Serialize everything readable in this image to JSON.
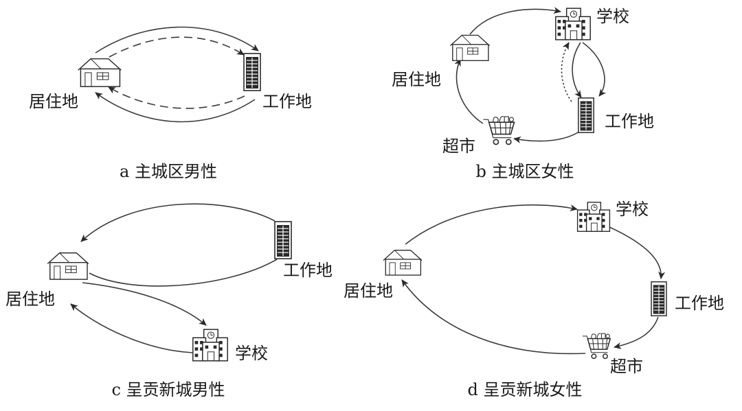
{
  "labels": {
    "residence": "居住地",
    "work": "工作地",
    "school": "学校",
    "supermarket": "超市"
  },
  "captions": {
    "a": "a 主城区男性",
    "b": "b 主城区女性",
    "c": "c 呈贡新城男性",
    "d": "d 呈贡新城女性"
  }
}
